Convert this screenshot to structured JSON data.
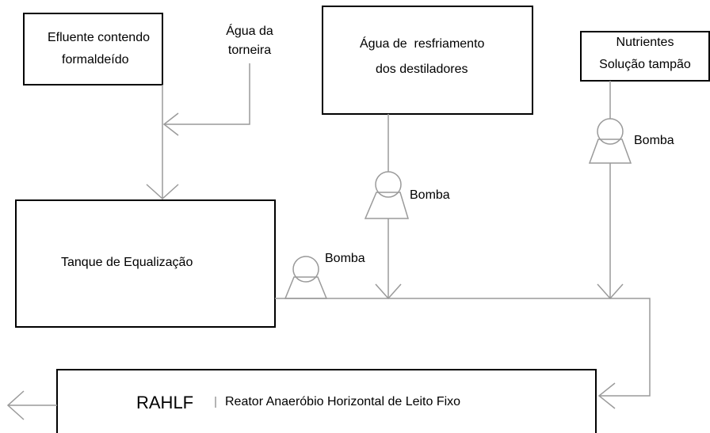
{
  "boxes": {
    "efluente": {
      "line1": "Efluente contendo",
      "line2": "formaldeído"
    },
    "agua_resfriamento": {
      "line1": "Água de  resfriamento",
      "line2": "dos destiladores"
    },
    "nutrientes": {
      "line1": "Nutrientes",
      "line2": "Solução tampão"
    },
    "tanque": {
      "label": "Tanque de Equalização"
    },
    "rahlf": {
      "abbr": "RAHLF",
      "full": "Reator Anaeróbio Horizontal de Leito Fixo"
    }
  },
  "agua_torneira": {
    "line1": "Água da",
    "line2": "torneira"
  },
  "pumps": [
    {
      "label": "Bomba"
    },
    {
      "label": "Bomba"
    },
    {
      "label": "Bomba"
    }
  ],
  "colors": {
    "line": "#9a9a9a",
    "box": "#000000",
    "text": "#000000"
  }
}
